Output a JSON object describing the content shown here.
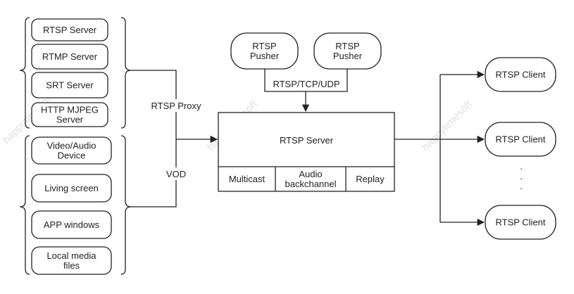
{
  "sources_top": [
    {
      "lines": [
        "RTSP Server"
      ]
    },
    {
      "lines": [
        "RTMP Server"
      ]
    },
    {
      "lines": [
        "SRT Server"
      ]
    },
    {
      "lines": [
        "HTTP MJPEG",
        "Server"
      ]
    }
  ],
  "sources_bottom": [
    {
      "lines": [
        "Video/Audio",
        "Device"
      ]
    },
    {
      "lines": [
        "Living screen"
      ]
    },
    {
      "lines": [
        "APP windows"
      ]
    },
    {
      "lines": [
        "Local media",
        "files"
      ]
    }
  ],
  "proxy_label": "RTSP Proxy",
  "vod_label": "VOD",
  "pushers": [
    {
      "lines": [
        "RTSP",
        "Pusher"
      ]
    },
    {
      "lines": [
        "RTSP",
        "Pusher"
      ]
    }
  ],
  "push_protocol_label": "RTSP/TCP/UDP",
  "server": {
    "title": "RTSP Server",
    "modules": [
      {
        "lines": [
          "Multicast"
        ]
      },
      {
        "lines": [
          "Audio",
          "backchannel"
        ]
      },
      {
        "lines": [
          "Replay"
        ]
      }
    ]
  },
  "clients": [
    {
      "lines": [
        "RTSP Client"
      ]
    },
    {
      "lines": [
        "RTSP Client"
      ]
    },
    {
      "lines": [
        "RTSP Client"
      ]
    }
  ],
  "ellipsis": "· · ·",
  "watermark": "happytimesoft",
  "colors": {
    "stroke": "#222222",
    "background": "#ffffff",
    "watermark": "#bbbbbb"
  }
}
